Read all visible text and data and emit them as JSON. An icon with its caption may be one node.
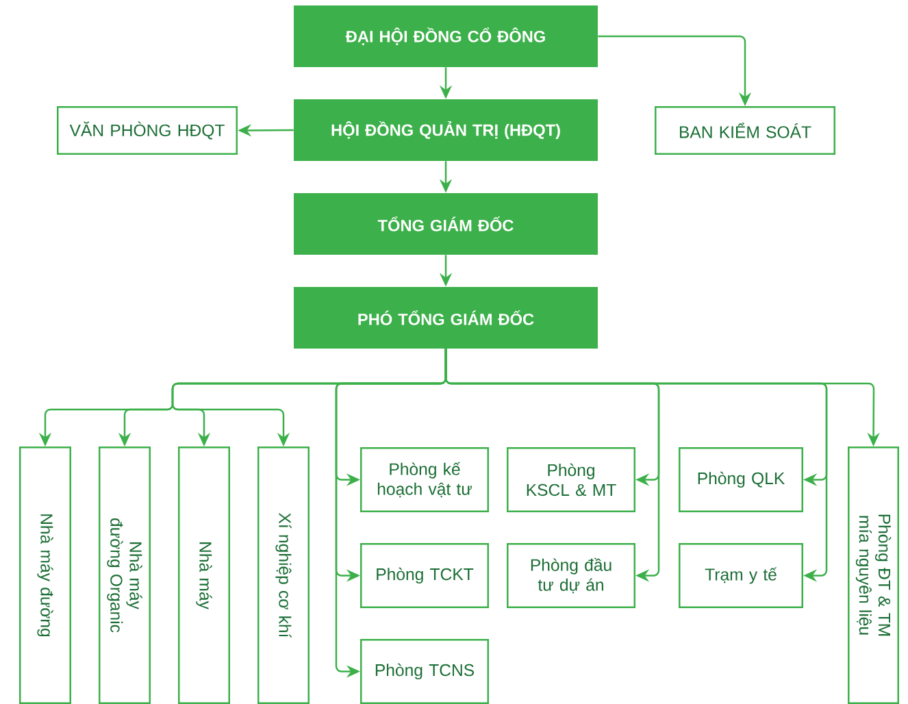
{
  "diagram": {
    "nodes": [
      {
        "text": [
          "ĐẠI HỘI ĐỒNG CỔ ĐÔNG"
        ]
      },
      {
        "text": [
          "VĂN PHÒNG HĐQT"
        ]
      },
      {
        "text": [
          "HỘI ĐỒNG QUẢN TRỊ (HĐQT)"
        ]
      },
      {
        "text": [
          "BAN KIỂM SOÁT"
        ]
      },
      {
        "text": [
          "TỔNG GIÁM ĐỐC"
        ]
      },
      {
        "text": [
          "PHÓ TỔNG GIÁM ĐỐC"
        ]
      },
      {
        "text": [
          "Nhà máy đường"
        ]
      },
      {
        "text": [
          "Nhà máy đường Organic"
        ]
      },
      {
        "text": [
          "Nhà máy"
        ]
      },
      {
        "text": [
          "Xí nghiệp cơ khí"
        ]
      },
      {
        "text": [
          "Phòng kế hoạch vật tư"
        ]
      },
      {
        "text": [
          "Phòng TCKT"
        ]
      },
      {
        "text": [
          "Phòng TCNS"
        ]
      },
      {
        "text": [
          "Phòng KSCL & MT"
        ]
      },
      {
        "text": [
          "Phòng đầu tư dự án"
        ]
      },
      {
        "text": [
          "Phòng QLK"
        ]
      },
      {
        "text": [
          "Trạm y tế"
        ]
      },
      {
        "text": [
          "Phòng ĐT & TM mía nguyên liệu"
        ]
      }
    ],
    "edges": [
      {
        "from": 0,
        "to": 2,
        "arrow": "to"
      },
      {
        "from": 2,
        "to": 1,
        "arrow": "to"
      },
      {
        "from": 0,
        "to": 3,
        "arrow": "to"
      },
      {
        "from": 2,
        "to": 4,
        "arrow": "to"
      },
      {
        "from": 4,
        "to": 5,
        "arrow": "to"
      },
      {
        "from": 5,
        "to": 6,
        "arrow": "to"
      },
      {
        "from": 5,
        "to": 7,
        "arrow": "to"
      },
      {
        "from": 5,
        "to": 8,
        "arrow": "to"
      },
      {
        "from": 5,
        "to": 9,
        "arrow": "to"
      },
      {
        "from": 5,
        "to": 10,
        "arrow": "to"
      },
      {
        "from": 5,
        "to": 11,
        "arrow": "to"
      },
      {
        "from": 5,
        "to": 12,
        "arrow": "to"
      },
      {
        "from": 5,
        "to": 13,
        "arrow": "to"
      },
      {
        "from": 5,
        "to": 14,
        "arrow": "to"
      },
      {
        "from": 5,
        "to": 15,
        "arrow": "to"
      },
      {
        "from": 5,
        "to": 16,
        "arrow": "to"
      },
      {
        "from": 5,
        "to": 17,
        "arrow": "to"
      }
    ]
  }
}
